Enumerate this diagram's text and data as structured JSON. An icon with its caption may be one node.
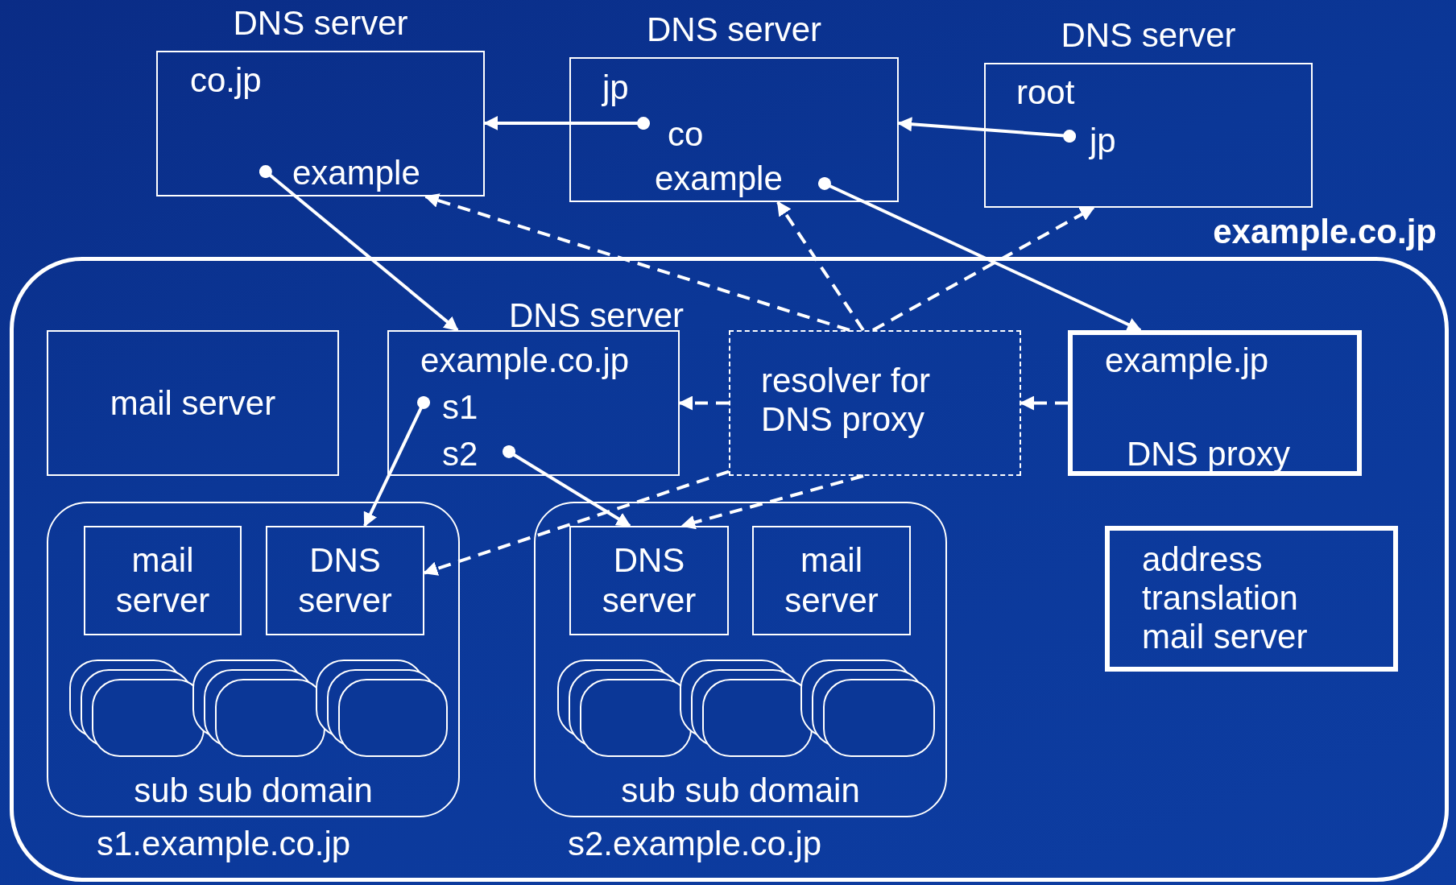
{
  "diagram": {
    "nodes": [
      {
        "text": [
          "DNS server",
          "co.jp",
          "example"
        ]
      },
      {
        "text": [
          "DNS server",
          "jp",
          "co",
          "example"
        ]
      },
      {
        "text": [
          "DNS server",
          "root",
          "jp"
        ]
      },
      {
        "text": [
          "example.co.jp"
        ]
      },
      {
        "text": [
          "mail server"
        ],
        "in": 3
      },
      {
        "text": [
          "DNS server",
          "example.co.jp",
          "s1",
          "s2"
        ],
        "in": 3
      },
      {
        "text": [
          "resolver for DNS proxy"
        ],
        "in": 3
      },
      {
        "text": [
          "example.jp",
          "DNS proxy"
        ],
        "in": 3
      },
      {
        "text": [
          "address translation mail server"
        ],
        "in": 3
      },
      {
        "text": [
          "sub sub domain",
          "s1.example.co.jp"
        ],
        "in": 3
      },
      {
        "text": [
          "mail server"
        ],
        "in": 9
      },
      {
        "text": [
          "DNS server"
        ],
        "in": 9
      },
      {
        "text": [],
        "shape": "box",
        "in": 9
      },
      {
        "text": [],
        "shape": "box",
        "in": 9
      },
      {
        "text": [],
        "shape": "box",
        "in": 9
      },
      {
        "text": [
          "sub sub domain",
          "s2.example.co.jp"
        ],
        "in": 3
      },
      {
        "text": [
          "DNS server"
        ],
        "in": 15
      },
      {
        "text": [
          "mail server"
        ],
        "in": 15
      },
      {
        "text": [],
        "shape": "box",
        "in": 15
      },
      {
        "text": [],
        "shape": "box",
        "in": 15
      },
      {
        "text": [],
        "shape": "box",
        "in": 15
      }
    ],
    "edges": [
      {
        "from": 0,
        "to": 5,
        "arrow": "to"
      },
      {
        "from": 1,
        "to": 0,
        "arrow": "to"
      },
      {
        "from": 2,
        "to": 1,
        "arrow": "to"
      },
      {
        "from": 1,
        "to": 7,
        "arrow": "to"
      },
      {
        "from": 5,
        "to": 11,
        "arrow": "to"
      },
      {
        "from": 5,
        "to": 16,
        "arrow": "to"
      },
      {
        "from": 6,
        "to": 0,
        "arrow": "to",
        "style": "dashed"
      },
      {
        "from": 6,
        "to": 1,
        "arrow": "to",
        "style": "dashed"
      },
      {
        "from": 6,
        "to": 2,
        "arrow": "to",
        "style": "dashed"
      },
      {
        "from": 6,
        "to": 5,
        "arrow": "to",
        "style": "dashed"
      },
      {
        "from": 7,
        "to": 6,
        "arrow": "to",
        "style": "dashed"
      },
      {
        "from": 6,
        "to": 11,
        "arrow": "to",
        "style": "dashed"
      },
      {
        "from": 6,
        "to": 16,
        "arrow": "to",
        "style": "dashed"
      }
    ]
  }
}
